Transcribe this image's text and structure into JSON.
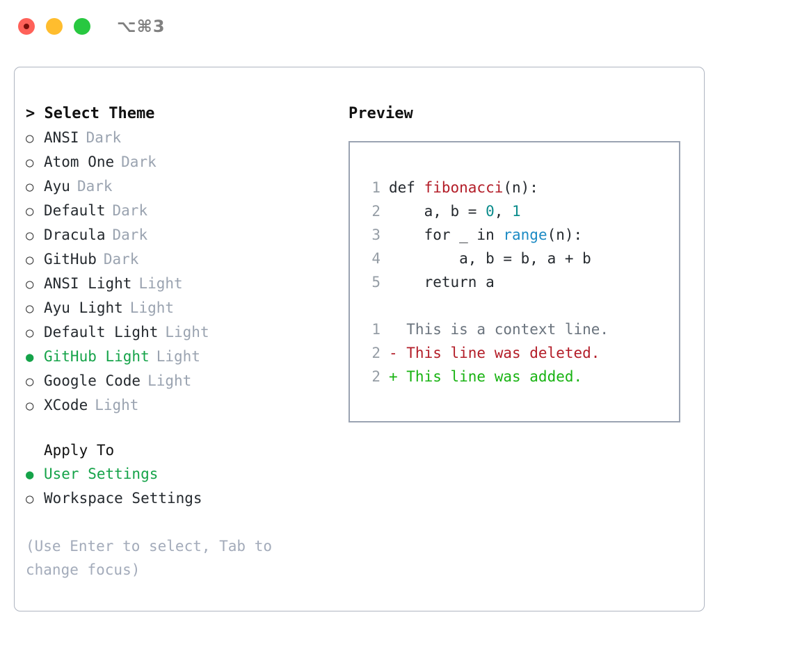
{
  "titlebar": {
    "shortcut": "⌥⌘3",
    "lights": [
      {
        "name": "close",
        "color": "#ff6159"
      },
      {
        "name": "minimize",
        "color": "#ffbd2e"
      },
      {
        "name": "maximize",
        "color": "#28c840"
      }
    ]
  },
  "left": {
    "heading": "> Select Theme",
    "themes": [
      {
        "bullet": "○",
        "label": "ANSI",
        "variant": "Dark",
        "selected": false
      },
      {
        "bullet": "○",
        "label": "Atom One",
        "variant": "Dark",
        "selected": false
      },
      {
        "bullet": "○",
        "label": "Ayu",
        "variant": "Dark",
        "selected": false
      },
      {
        "bullet": "○",
        "label": "Default",
        "variant": "Dark",
        "selected": false
      },
      {
        "bullet": "○",
        "label": "Dracula",
        "variant": "Dark",
        "selected": false
      },
      {
        "bullet": "○",
        "label": "GitHub",
        "variant": "Dark",
        "selected": false
      },
      {
        "bullet": "○",
        "label": "ANSI Light",
        "variant": "Light",
        "selected": false
      },
      {
        "bullet": "○",
        "label": "Ayu Light",
        "variant": "Light",
        "selected": false
      },
      {
        "bullet": "○",
        "label": "Default Light",
        "variant": "Light",
        "selected": false
      },
      {
        "bullet": "●",
        "label": "GitHub Light",
        "variant": "Light",
        "selected": true
      },
      {
        "bullet": "○",
        "label": "Google Code",
        "variant": "Light",
        "selected": false
      },
      {
        "bullet": "○",
        "label": "XCode",
        "variant": "Light",
        "selected": false
      }
    ],
    "apply_to_heading": "Apply To",
    "apply_options": [
      {
        "bullet": "●",
        "label": "User Settings",
        "selected": true
      },
      {
        "bullet": "○",
        "label": "Workspace Settings",
        "selected": false
      }
    ],
    "hint": "(Use Enter to select, Tab to change focus)"
  },
  "right": {
    "heading": "Preview",
    "code_lines": [
      {
        "no": "1",
        "parts": [
          {
            "t": "def ",
            "cls": "tok-plain"
          },
          {
            "t": "fibonacci",
            "cls": "tok-fn"
          },
          {
            "t": "(n):",
            "cls": "tok-plain"
          }
        ]
      },
      {
        "no": "2",
        "parts": [
          {
            "t": "    a, b = ",
            "cls": "tok-plain"
          },
          {
            "t": "0",
            "cls": "tok-num"
          },
          {
            "t": ", ",
            "cls": "tok-plain"
          },
          {
            "t": "1",
            "cls": "tok-num"
          }
        ]
      },
      {
        "no": "3",
        "parts": [
          {
            "t": "    for _ in ",
            "cls": "tok-plain"
          },
          {
            "t": "range",
            "cls": "tok-kw"
          },
          {
            "t": "(n):",
            "cls": "tok-plain"
          }
        ]
      },
      {
        "no": "4",
        "parts": [
          {
            "t": "        a, b = b, a + b",
            "cls": "tok-plain"
          }
        ]
      },
      {
        "no": "5",
        "parts": [
          {
            "t": "    return a",
            "cls": "tok-plain"
          }
        ]
      }
    ],
    "diff_lines": [
      {
        "no": "1",
        "marker": "  ",
        "text": "This is a context line.",
        "cls": "diff-ctx"
      },
      {
        "no": "2",
        "marker": "- ",
        "text": "This line was deleted.",
        "cls": "diff-del"
      },
      {
        "no": "2",
        "marker": "+ ",
        "text": "This line was added.",
        "cls": "diff-add"
      }
    ]
  },
  "colors": {
    "accent_green": "#15a349",
    "diff_delete": "#b31d28",
    "diff_add": "#18b312",
    "muted": "#9aa3b0",
    "border": "#aeb4c0"
  }
}
